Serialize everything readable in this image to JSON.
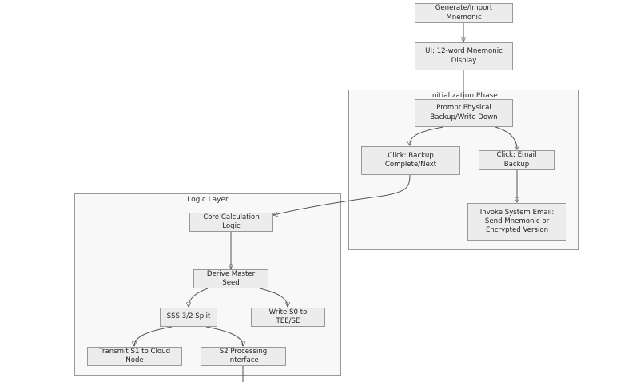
{
  "clusters": {
    "init": {
      "label": "Initialization Phase"
    },
    "logic": {
      "label": "Logic Layer"
    }
  },
  "nodes": {
    "gen": "Generate/Import Mnemonic",
    "display": "UI: 12-word Mnemonic Display",
    "prompt": "Prompt Physical Backup/Write Down",
    "backup_complete": "Click: Backup Complete/Next",
    "email_backup": "Click: Email Backup",
    "invoke_email": "Invoke System Email: Send Mnemonic or Encrypted Version",
    "core": "Core Calculation Logic",
    "derive": "Derive Master Seed",
    "sss": "SSS 3/2 Split",
    "write_s0": "Write S0 to TEE/SE",
    "transmit_s1": "Transmit S1 to Cloud Node",
    "s2": "S2 Processing Interface"
  },
  "colors": {
    "node_fill": "#ececec",
    "node_border": "#999999",
    "cluster_fill": "#f8f8f8",
    "edge": "#555555"
  }
}
